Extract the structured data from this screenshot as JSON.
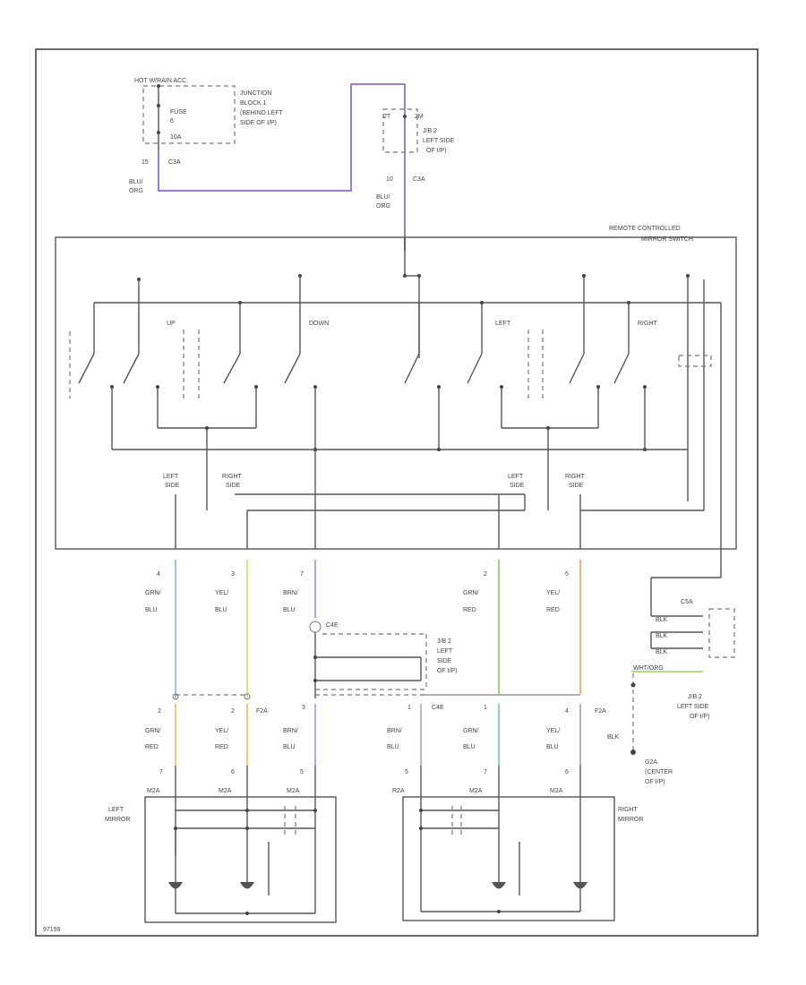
{
  "source": {
    "hot": "HOT W/RAIN ACC.",
    "fuse": "FUSE",
    "fuse_no": "6",
    "fuse_amp": "10A",
    "jb1_line1": "JUNCTION",
    "jb1_line2": "BLOCK 1",
    "jb1_line3": "(BEHIND LEFT",
    "jb1_line4": "SIDE OF I/P)",
    "c1_pin": "15",
    "c1_conn": "C3A",
    "c1_col1": "BLU/",
    "c1_col2": "ORG",
    "jb2_conn": "2T",
    "jb2_name": "2M",
    "jb2_line1": "J/B 2",
    "jb2_line2": "LEFT SIDE",
    "jb2_line3": "OF I/P)",
    "c2_pin": "10",
    "c2_conn": "C3A",
    "c2_col1": "BLU/",
    "c2_col2": "ORG"
  },
  "switch": {
    "title1": "REMOTE CONTROLLED",
    "title2": "MIRROR SWITCH",
    "up": "UP",
    "down": "DOWN",
    "left": "LEFT",
    "right": "RIGHT",
    "left_sel1": "LEFT",
    "left_sel2": "SIDE",
    "right_sel1": "RIGHT",
    "right_sel2": "SIDE",
    "left_sel3": "LEFT",
    "left_sel4": "SIDE",
    "right_sel3": "RIGHT",
    "right_sel4": "SIDE"
  },
  "wires_top": [
    {
      "pin": "4",
      "c1": "GRN/",
      "c2": "BLU"
    },
    {
      "pin": "3",
      "c1": "YEL/",
      "c2": "BLU"
    },
    {
      "pin": "7",
      "c1": "BRN/",
      "c2": "BLU"
    },
    {
      "pin": "2",
      "c1": "GRN/",
      "c2": "RED"
    },
    {
      "pin": "5",
      "c1": "YEL/",
      "c2": "RED"
    }
  ],
  "splice": {
    "name": "C4E",
    "jb1": "J/B 2",
    "jb2": "LEFT",
    "jb3": "SIDE",
    "jb4": "OF I/P)"
  },
  "ground": {
    "conn": "C5A",
    "b1": "BLK",
    "b2": "BLK",
    "b3": "BLK",
    "wire": "WHT/ORG",
    "jb1": "J/B 2",
    "jb2": "LEFT SIDE",
    "jb3": "OF I/P)",
    "blk": "BLK",
    "g1": "G2A",
    "g2": "(CENTER",
    "g3": "OF I/P)"
  },
  "wires_bottom": [
    {
      "pin": "2",
      "c1": "GRN/",
      "c2": "RED"
    },
    {
      "pin": "2",
      "c1": "YEL/",
      "c2": "RED"
    },
    {
      "pin": "3",
      "c1": "BRN/",
      "c2": "BLU"
    },
    {
      "pin": "1",
      "c1": "BRN/",
      "c2": "BLU"
    },
    {
      "pin": "1",
      "c1": "GRN/",
      "c2": "BLU"
    },
    {
      "pin": "4",
      "c1": "YEL/",
      "c2": "BLU"
    }
  ],
  "conn_f": "F2A",
  "conn_f2": "F2A",
  "conn_c": "C4E",
  "mirror_pins": [
    {
      "pin": "7",
      "conn": "M2A"
    },
    {
      "pin": "6",
      "conn": "M2A"
    },
    {
      "pin": "5",
      "conn": "M2A"
    },
    {
      "pin": "5",
      "conn": "R2A"
    },
    {
      "pin": "7",
      "conn": "M2A"
    },
    {
      "pin": "6",
      "conn": "M2A"
    }
  ],
  "left_mirror1": "LEFT",
  "left_mirror2": "MIRROR",
  "right_mirror1": "RIGHT",
  "right_mirror2": "MIRROR",
  "footer": "97199",
  "colors": {
    "blu_org": "#9b7fd4",
    "grn_blu": "#9cc8e6",
    "yel_blu": "#e6df7c",
    "brn_blu": "#b4a6e0",
    "grn_red": "#a2d26a",
    "yel_red": "#f5b27a",
    "grn_red_low": "#f3c878",
    "brn_blu_low": "#b7a8de",
    "brn_low": "#c8b8b0",
    "grn_blu_low": "#86d6b4",
    "wht_org": "#b5e07a"
  }
}
